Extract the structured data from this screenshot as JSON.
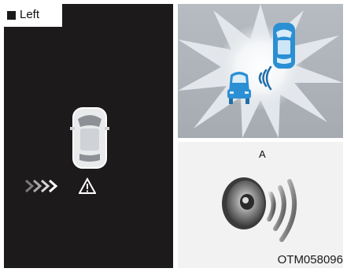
{
  "left_panel": {
    "label": "Left",
    "icons": [
      "car-top-view-icon",
      "approach-chevrons-icon",
      "warning-triangle-icon"
    ]
  },
  "top_right_panel": {
    "icons": [
      "starburst-glow",
      "blue-car-approaching-icon",
      "blue-car-front-icon",
      "signal-waves-icon"
    ]
  },
  "bottom_right_panel": {
    "mode_label": "A",
    "icons": [
      "speaker-icon",
      "sound-waves-icon"
    ]
  },
  "figure_code": "OTM058096",
  "colors": {
    "left_bg": "#1c1a1b",
    "car_blue": "#2b8fd4",
    "warning_orange_outline": "#ffffff",
    "glow_grey": "#9aa0a6"
  }
}
